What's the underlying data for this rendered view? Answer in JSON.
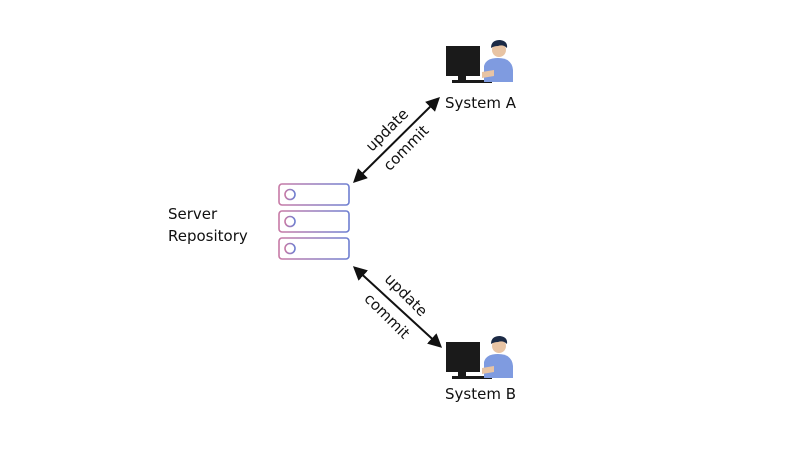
{
  "server": {
    "label_line1": "Server",
    "label_line2": "Repository"
  },
  "system_a": {
    "label": "System A"
  },
  "system_b": {
    "label": "System B"
  },
  "link_a": {
    "upper_label": "update",
    "lower_label": "commit"
  },
  "link_b": {
    "upper_label": "update",
    "lower_label": "commit"
  },
  "colors": {
    "arrow": "#111111",
    "server_pink": "#c77aa6",
    "server_blue": "#6e7fd1",
    "monitor": "#1a1a1a",
    "shirt": "#7f9be0",
    "skin": "#e8c4a4",
    "hair": "#1b2a45"
  },
  "icons": [
    "server-icon",
    "user-at-computer-icon"
  ]
}
